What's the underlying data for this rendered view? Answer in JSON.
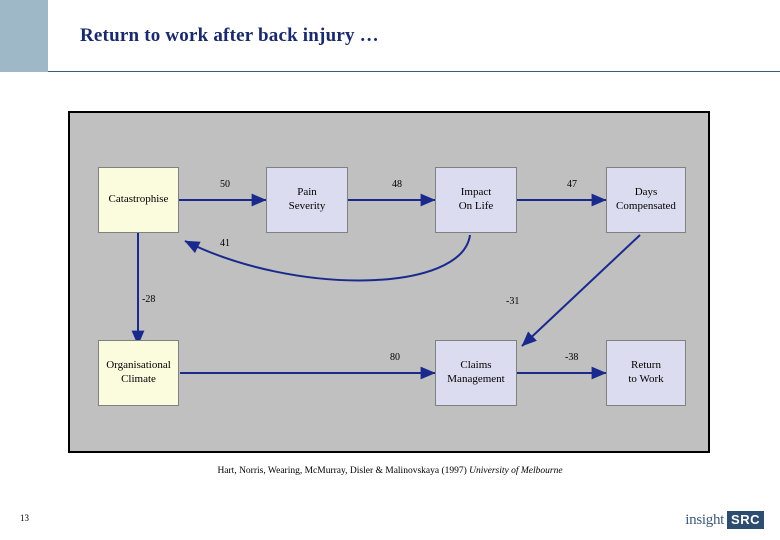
{
  "slide": {
    "title": "Return to work after back injury …",
    "page_number": "13",
    "citation_plain": "Hart, Norris, Wearing, McMurray, Disler & Malinovskaya (1997) ",
    "citation_italic": "University of Melbourne",
    "logo_word": "insight",
    "logo_badge": "SRC"
  },
  "colors": {
    "title": "#1a2a6b",
    "panel_background": "#c0c0c0",
    "arrow": "#1a2a8c",
    "node_cream": "#fbfbdd",
    "node_lavender": "#dcdcf0",
    "corner_block": "#9fb8c8"
  },
  "diagram": {
    "type": "path-diagram",
    "nodes": [
      {
        "id": "catastrophise",
        "label": "Catastrophise",
        "fill": "cream"
      },
      {
        "id": "pain-severity",
        "label_line1": "Pain",
        "label_line2": "Severity",
        "fill": "lavender"
      },
      {
        "id": "impact-on-life",
        "label_line1": "Impact",
        "label_line2": "On Life",
        "fill": "lavender"
      },
      {
        "id": "days-compensated",
        "label_line1": "Days",
        "label_line2": "Compensated",
        "fill": "lavender"
      },
      {
        "id": "organisational-climate",
        "label_line1": "Organisational",
        "label_line2": "Climate",
        "fill": "cream"
      },
      {
        "id": "claims-management",
        "label_line1": "Claims",
        "label_line2": "Management",
        "fill": "lavender"
      },
      {
        "id": "return-to-work",
        "label_line1": "Return",
        "label_line2": "to Work",
        "fill": "lavender"
      }
    ],
    "edges": [
      {
        "from": "catastrophise",
        "to": "pain-severity",
        "weight": "50"
      },
      {
        "from": "pain-severity",
        "to": "impact-on-life",
        "weight": "48"
      },
      {
        "from": "impact-on-life",
        "to": "days-compensated",
        "weight": "47"
      },
      {
        "from": "impact-on-life",
        "to": "catastrophise",
        "weight": "41"
      },
      {
        "from": "catastrophise",
        "to": "organisational-climate",
        "weight": "-28"
      },
      {
        "from": "days-compensated",
        "to": "claims-management",
        "weight": "-31"
      },
      {
        "from": "organisational-climate",
        "to": "claims-management",
        "weight": "80"
      },
      {
        "from": "claims-management",
        "to": "return-to-work",
        "weight": "-38"
      }
    ]
  }
}
